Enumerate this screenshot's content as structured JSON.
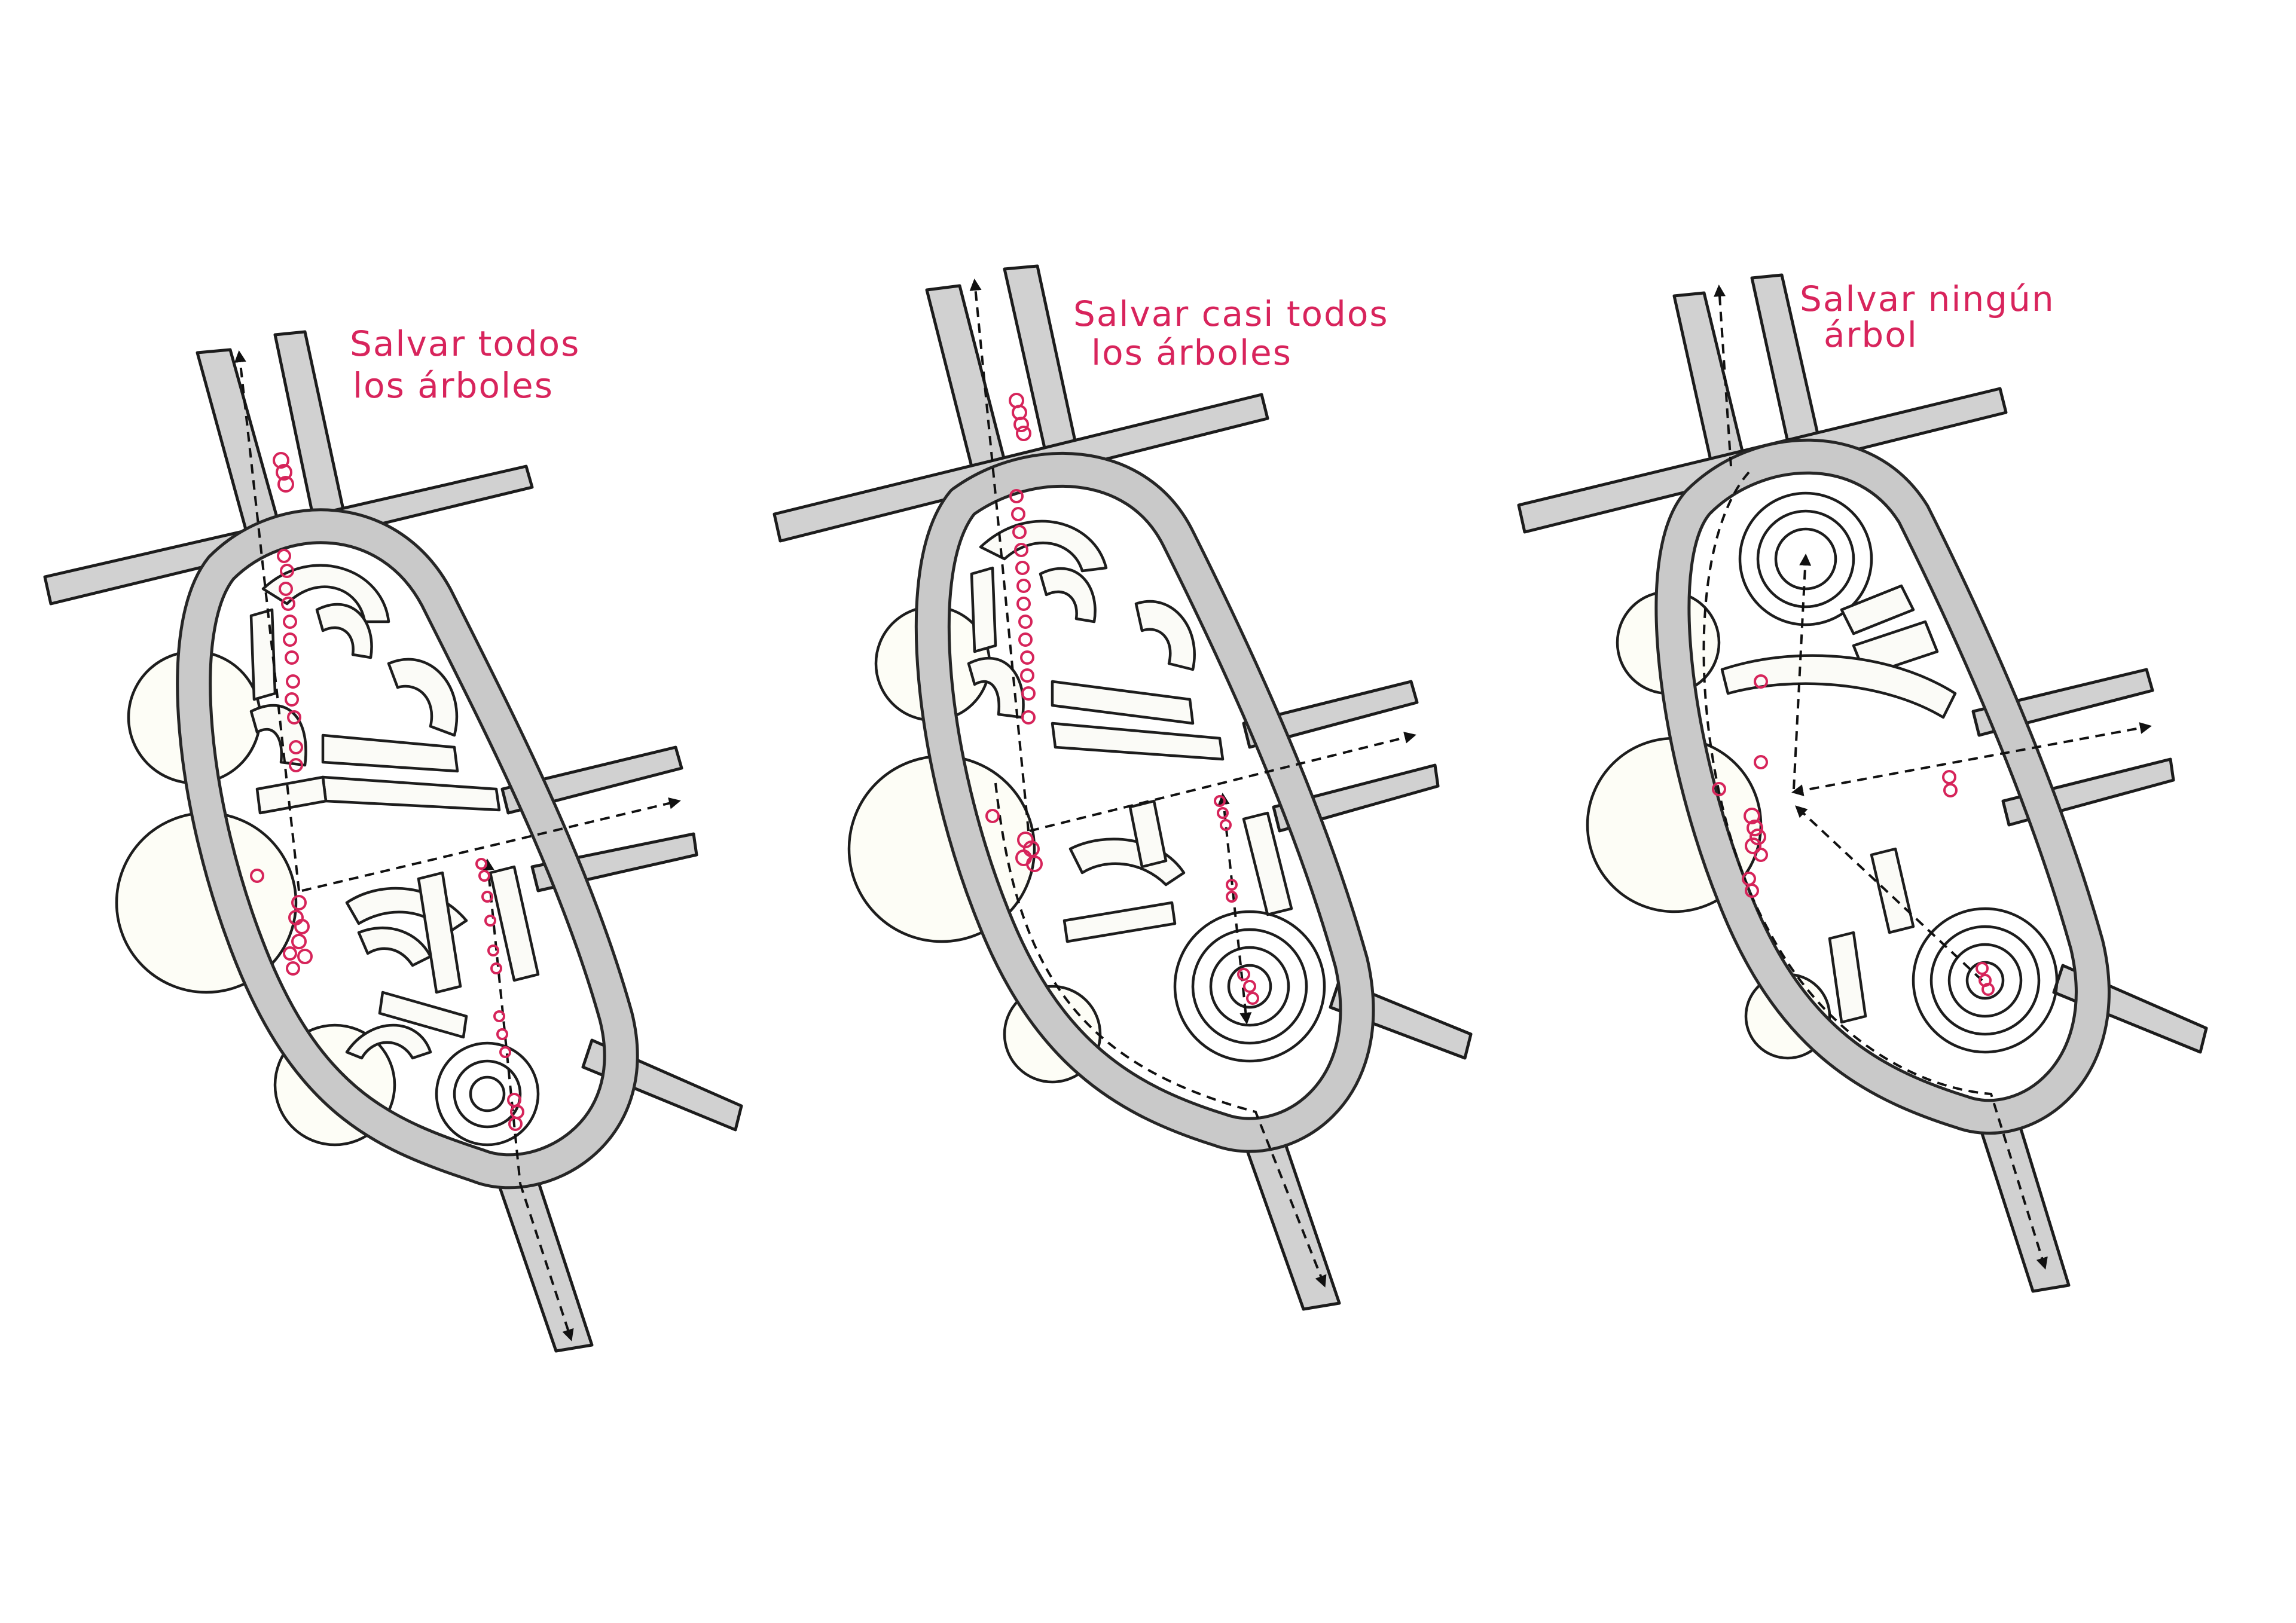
{
  "colors": {
    "annotation": "#d8245c",
    "road": "#d1d1d1",
    "ink": "#1c1c1c",
    "paper": "#ffffff"
  },
  "panels": [
    {
      "id": "all",
      "label_lines": [
        "Salvar todos",
        "los árboles"
      ]
    },
    {
      "id": "most",
      "label_lines": [
        "Salvar casi todos",
        "los árboles"
      ]
    },
    {
      "id": "none",
      "label_lines": [
        "Salvar ningún",
        "árbol"
      ]
    }
  ]
}
